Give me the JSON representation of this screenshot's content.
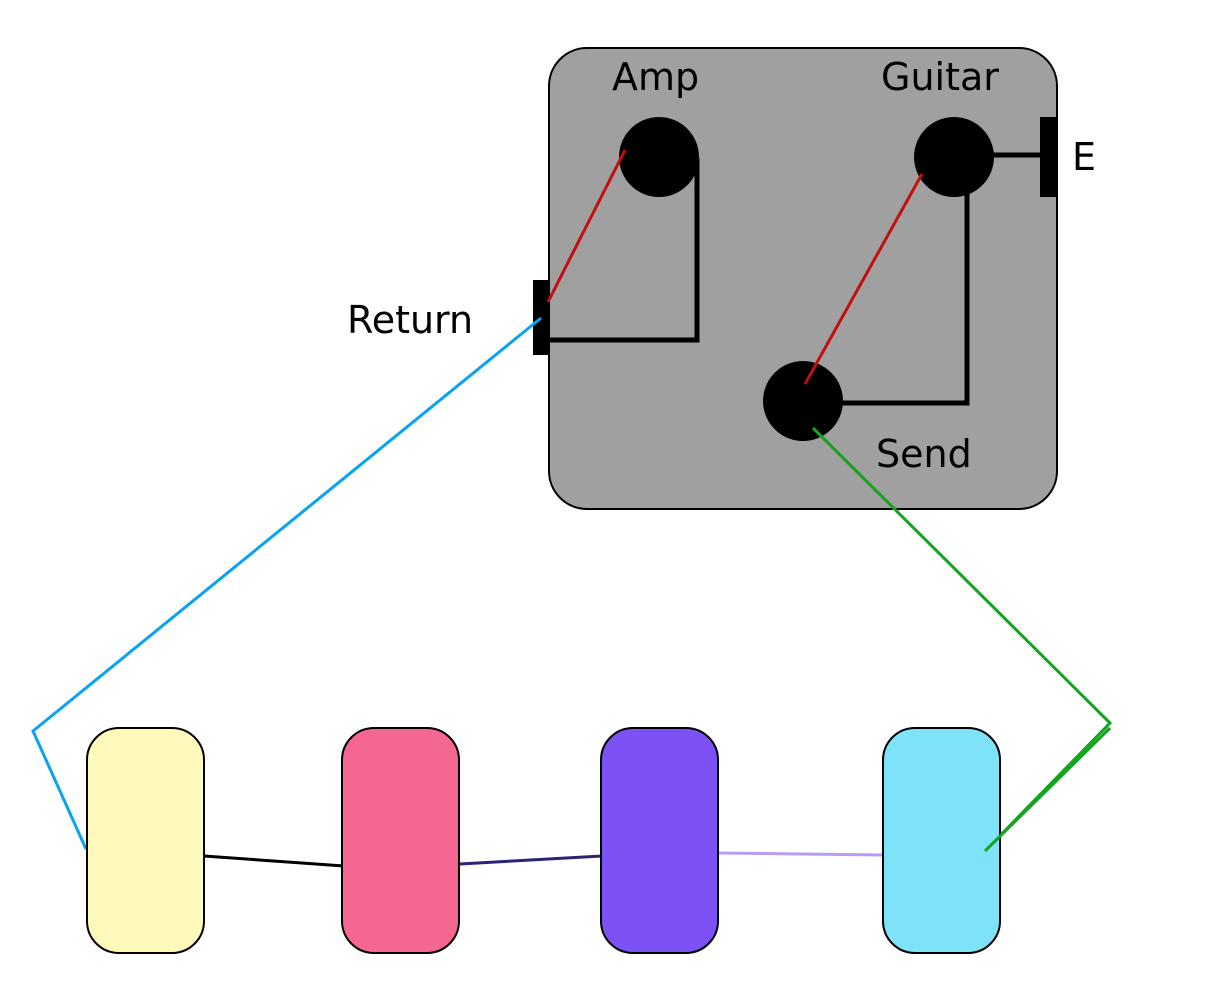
{
  "diagram": {
    "switch_box": {
      "color": "#a0a0a0",
      "labels": {
        "amp": "Amp",
        "guitar": "Guitar",
        "return": "Return",
        "send": "Send",
        "e": "E"
      }
    },
    "pedals": [
      {
        "name": "pedal-yellow",
        "color": "#fff9bc"
      },
      {
        "name": "pedal-pink",
        "color": "#f36792"
      },
      {
        "name": "pedal-purple",
        "color": "#7c52f7"
      },
      {
        "name": "pedal-cyan",
        "color": "#7ee2f9"
      }
    ],
    "cable_colors": {
      "return": "#0aa3ef",
      "send": "#14a41e",
      "internal_red": "#c40f0f",
      "internal_black": "#000000",
      "yellow_to_pink": "#000000",
      "pink_to_purple": "#2a2377",
      "purple_to_cyan": "#b79bf4"
    }
  }
}
